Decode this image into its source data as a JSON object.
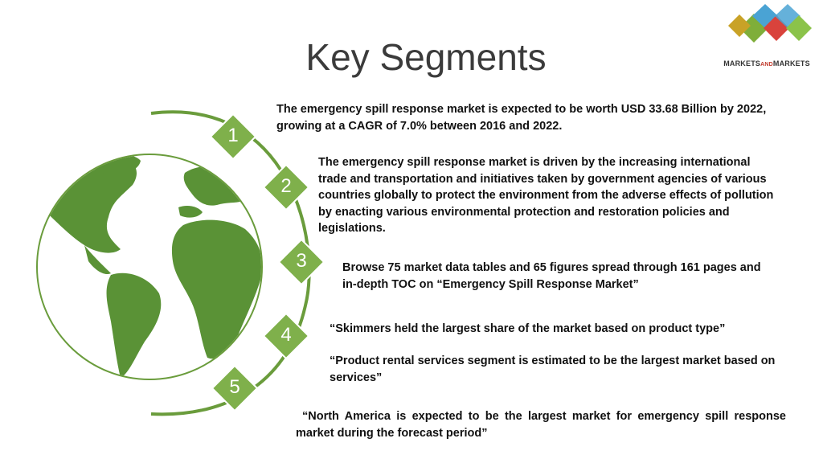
{
  "title": "Key Segments",
  "logo": {
    "text_main": "MARKETS",
    "text_and": "AND",
    "text_tail": "MARKETS",
    "colors": [
      "#4aa3d4",
      "#d9433c",
      "#8bc34a",
      "#7fae3a"
    ]
  },
  "colors": {
    "accent": "#6a9c3c",
    "globe_ocean": "#ffffff",
    "globe_land": "#5a9236"
  },
  "segments": [
    {
      "number": "1",
      "text": "The emergency spill response market is expected to be worth USD 33.68 Billion by 2022, growing at a CAGR of 7.0% between 2016 and 2022."
    },
    {
      "number": "2",
      "text": "The emergency spill response market is driven by the increasing international trade and transportation and initiatives taken by government agencies of various countries globally to protect the environment from the adverse effects of pollution by enacting various environmental protection and restoration policies and legislations."
    },
    {
      "number": "3",
      "text": "Browse 75 market data tables and 65 figures spread through 161 pages and in-depth TOC on “Emergency Spill Response Market”"
    },
    {
      "number": "4",
      "text": "“Skimmers held the largest share of the market based on product type”",
      "text2": "“Product rental services segment is estimated to be the largest market based on services”"
    },
    {
      "number": "5",
      "text": "“North America is expected to be the largest market for emergency spill response market during the forecast period”"
    }
  ]
}
